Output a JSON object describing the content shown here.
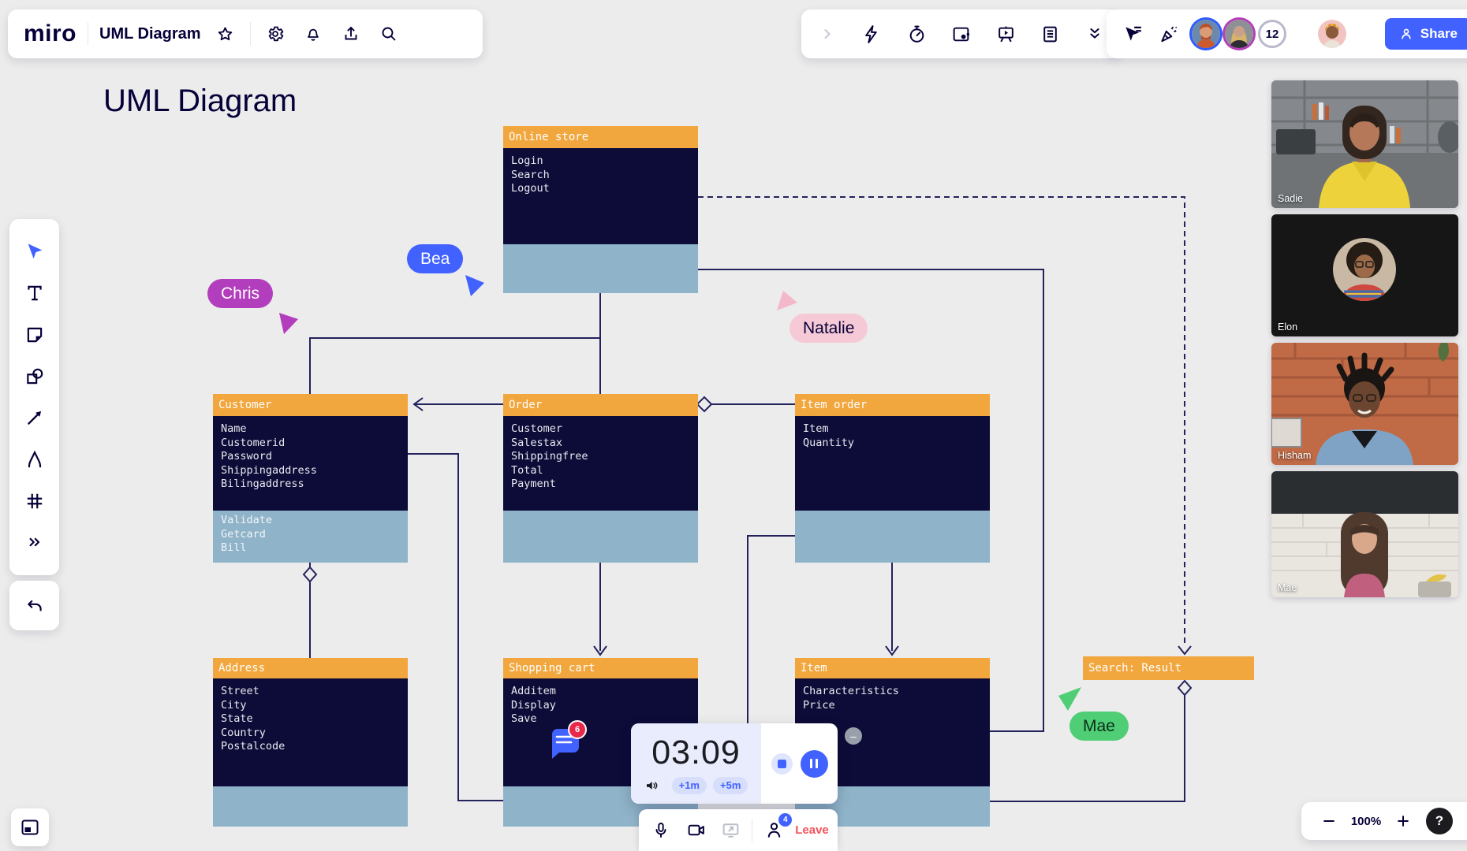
{
  "colors": {
    "accent_blue": "#4262FF",
    "navy": "#050038",
    "uml_header_orange": "#F2A73E",
    "uml_body_navy": "#0D0C38",
    "uml_footer_blue": "#8FB3C8",
    "leave_red": "#F2545B",
    "cursor_bea": "#4262FF",
    "cursor_chris": "#B23EBD",
    "cursor_natalie": "#F6C9D6",
    "cursor_mae": "#4FCE76"
  },
  "header": {
    "logo_text": "miro",
    "board_title": "UML Diagram",
    "collaborator_count": "12",
    "share_label": "Share"
  },
  "canvas_title": "UML Diagram",
  "uml": {
    "classes": [
      {
        "name": "Online store",
        "attributes": [
          "Login",
          "Search",
          "Logout"
        ],
        "methods": []
      },
      {
        "name": "Customer",
        "attributes": [
          "Name",
          "Customerid",
          "Password",
          "Shippingaddress",
          "Bilingaddress"
        ],
        "methods": [
          "Validate",
          "Getcard",
          "Bill"
        ]
      },
      {
        "name": "Order",
        "attributes": [
          "Customer",
          "Salestax",
          "Shippingfree",
          "Total",
          "Payment"
        ],
        "methods": []
      },
      {
        "name": "Item order",
        "attributes": [
          "Item",
          "Quantity"
        ],
        "methods": []
      },
      {
        "name": "Address",
        "attributes": [
          "Street",
          "City",
          "State",
          "Country",
          "Postalcode"
        ],
        "methods": []
      },
      {
        "name": "Shopping cart",
        "attributes": [
          "Additem",
          "Display",
          "Save"
        ],
        "methods": []
      },
      {
        "name": "Item",
        "attributes": [
          "Characteristics",
          "Price"
        ],
        "methods": []
      },
      {
        "name": "Search: Result",
        "attributes": [],
        "methods": []
      }
    ]
  },
  "cursors": [
    {
      "name": "Bea"
    },
    {
      "name": "Chris"
    },
    {
      "name": "Natalie"
    },
    {
      "name": "Mae"
    }
  ],
  "comment_thread_badge": "6",
  "participants": [
    {
      "name": "Sadie"
    },
    {
      "name": "Elon"
    },
    {
      "name": "Hisham"
    },
    {
      "name": "Mae"
    }
  ],
  "timer": {
    "time": "03:09",
    "add_one": "+1m",
    "add_five": "+5m"
  },
  "call_bar": {
    "people_badge": "4",
    "leave_label": "Leave"
  },
  "zoom_bar": {
    "zoom_level": "100%",
    "help_label": "?"
  },
  "icons": {
    "header_left": [
      "star-icon",
      "settings-gear-icon",
      "notifications-bell-icon",
      "export-upload-icon",
      "search-icon"
    ],
    "header_middle": [
      "collapse-chevron-icon",
      "reactions-lightning-icon",
      "timer-stopwatch-icon",
      "cards-icon",
      "presentation-icon",
      "notes-icon",
      "more-chevrons-icon"
    ],
    "header_right": [
      "follow-cursor-icon",
      "celebration-confetti-icon"
    ],
    "toolbar": [
      "select-cursor-icon",
      "text-icon",
      "sticky-note-icon",
      "shapes-icon",
      "connection-line-icon",
      "pen-icon",
      "frame-icon",
      "more-icon",
      "undo-icon"
    ],
    "call_bar": [
      "mic-icon",
      "camera-icon",
      "screen-share-icon",
      "people-icon"
    ],
    "timer": [
      "speaker-icon",
      "stop-icon",
      "pause-icon"
    ],
    "misc": [
      "frames-panel-icon",
      "help-icon",
      "comment-bubble-icon",
      "minus-collapsed-icon"
    ]
  }
}
